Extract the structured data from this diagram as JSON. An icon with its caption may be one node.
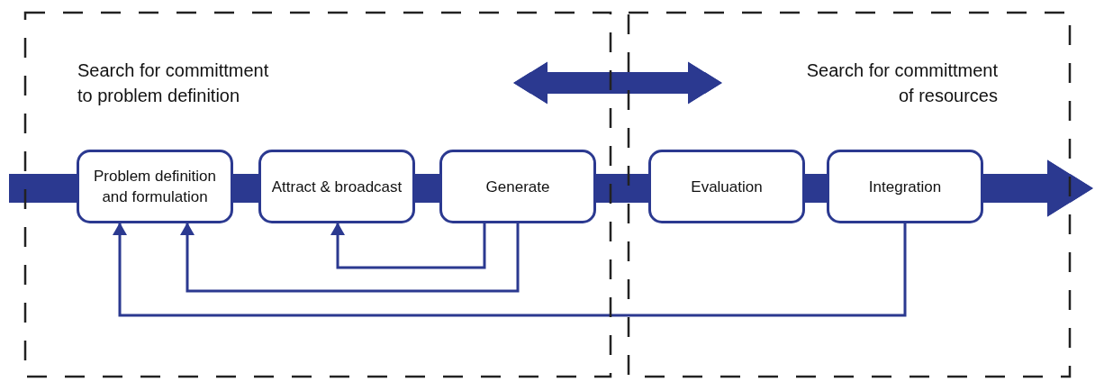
{
  "diagram": {
    "nodes": [
      {
        "text": [
          "Search for committment to problem definition"
        ]
      },
      {
        "text": [
          "Search for committment of resources"
        ]
      },
      {
        "text": [
          "Problem definition and formulation"
        ],
        "in": 0
      },
      {
        "text": [
          "Attract & broadcast"
        ],
        "in": 0
      },
      {
        "text": [
          "Generate"
        ],
        "in": 0
      },
      {
        "text": [
          "Evaluation"
        ],
        "in": 1
      },
      {
        "text": [
          "Integration"
        ],
        "in": 1
      }
    ],
    "edges": [
      {
        "from": null,
        "to": 2,
        "arrow": "none"
      },
      {
        "from": 2,
        "to": 3,
        "arrow": "none"
      },
      {
        "from": 3,
        "to": 4,
        "arrow": "none"
      },
      {
        "from": 4,
        "to": 5,
        "arrow": "none"
      },
      {
        "from": 5,
        "to": 6,
        "arrow": "none"
      },
      {
        "from": 6,
        "to": null,
        "arrow": "to"
      },
      {
        "from": 0,
        "to": 1,
        "arrow": "both"
      },
      {
        "from": 4,
        "to": 3,
        "arrow": "to"
      },
      {
        "from": 4,
        "to": 2,
        "arrow": "to"
      },
      {
        "from": 6,
        "to": 2,
        "arrow": "to"
      }
    ]
  }
}
